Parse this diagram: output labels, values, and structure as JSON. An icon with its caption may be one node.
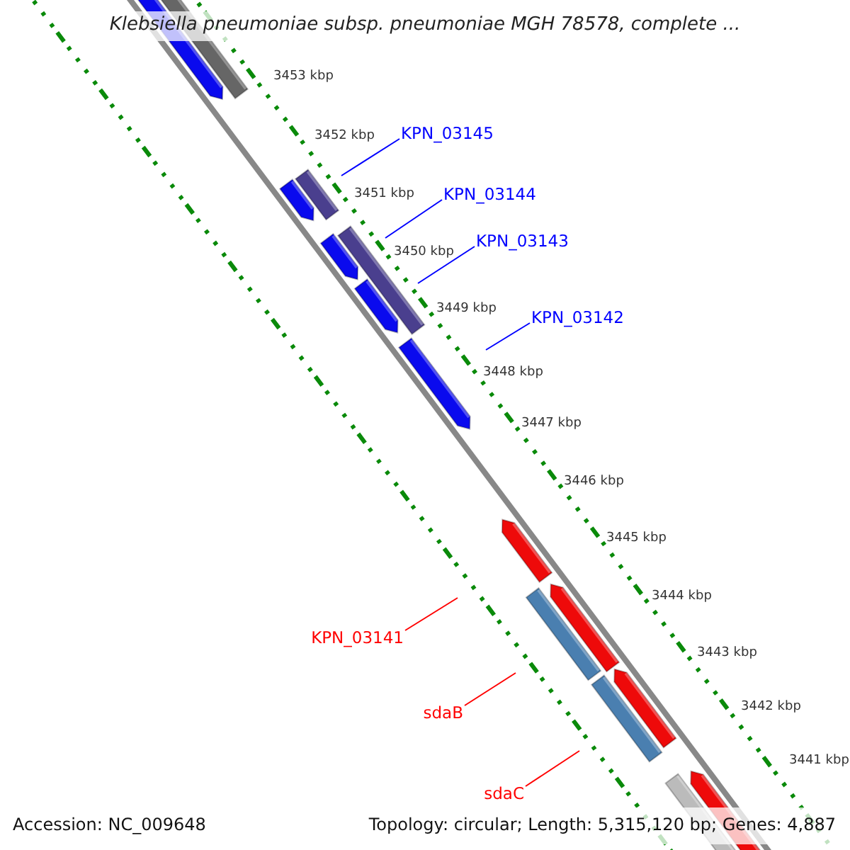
{
  "diagram": {
    "title": "Klebsiella pneumoniae subsp. pneumoniae MGH 78578, complete ...",
    "nodes": [
      {
        "text": [
          "KPN_03145"
        ]
      },
      {
        "text": [
          "KPN_03144"
        ]
      },
      {
        "text": [
          "KPN_03143"
        ]
      },
      {
        "text": [
          "KPN_03142"
        ]
      },
      {
        "text": [
          "KPN_03141"
        ]
      },
      {
        "text": [
          "sdaB"
        ]
      },
      {
        "text": [
          "sdaC"
        ]
      }
    ],
    "edges": [
      {
        "from": 0,
        "to": null,
        "arrow": "none"
      },
      {
        "from": 1,
        "to": null,
        "arrow": "none"
      },
      {
        "from": 2,
        "to": null,
        "arrow": "none"
      },
      {
        "from": 3,
        "to": null,
        "arrow": "none"
      },
      {
        "from": 4,
        "to": null,
        "arrow": "none",
        "color": "#ff0000"
      },
      {
        "from": 5,
        "to": null,
        "arrow": "none",
        "color": "#ff0000"
      },
      {
        "from": 6,
        "to": null,
        "arrow": "none",
        "color": "#ff0000"
      }
    ],
    "labels": [
      "3453 kbp",
      "3452 kbp",
      "3451 kbp",
      "3450 kbp",
      "3449 kbp",
      "3448 kbp",
      "3447 kbp",
      "3446 kbp",
      "3445 kbp",
      "3444 kbp",
      "3443 kbp",
      "3442 kbp",
      "3441 kbp",
      "Accession: NC_009648",
      "Topology: circular; Length: 5,315,120 bp; Genes: 4,887"
    ]
  }
}
